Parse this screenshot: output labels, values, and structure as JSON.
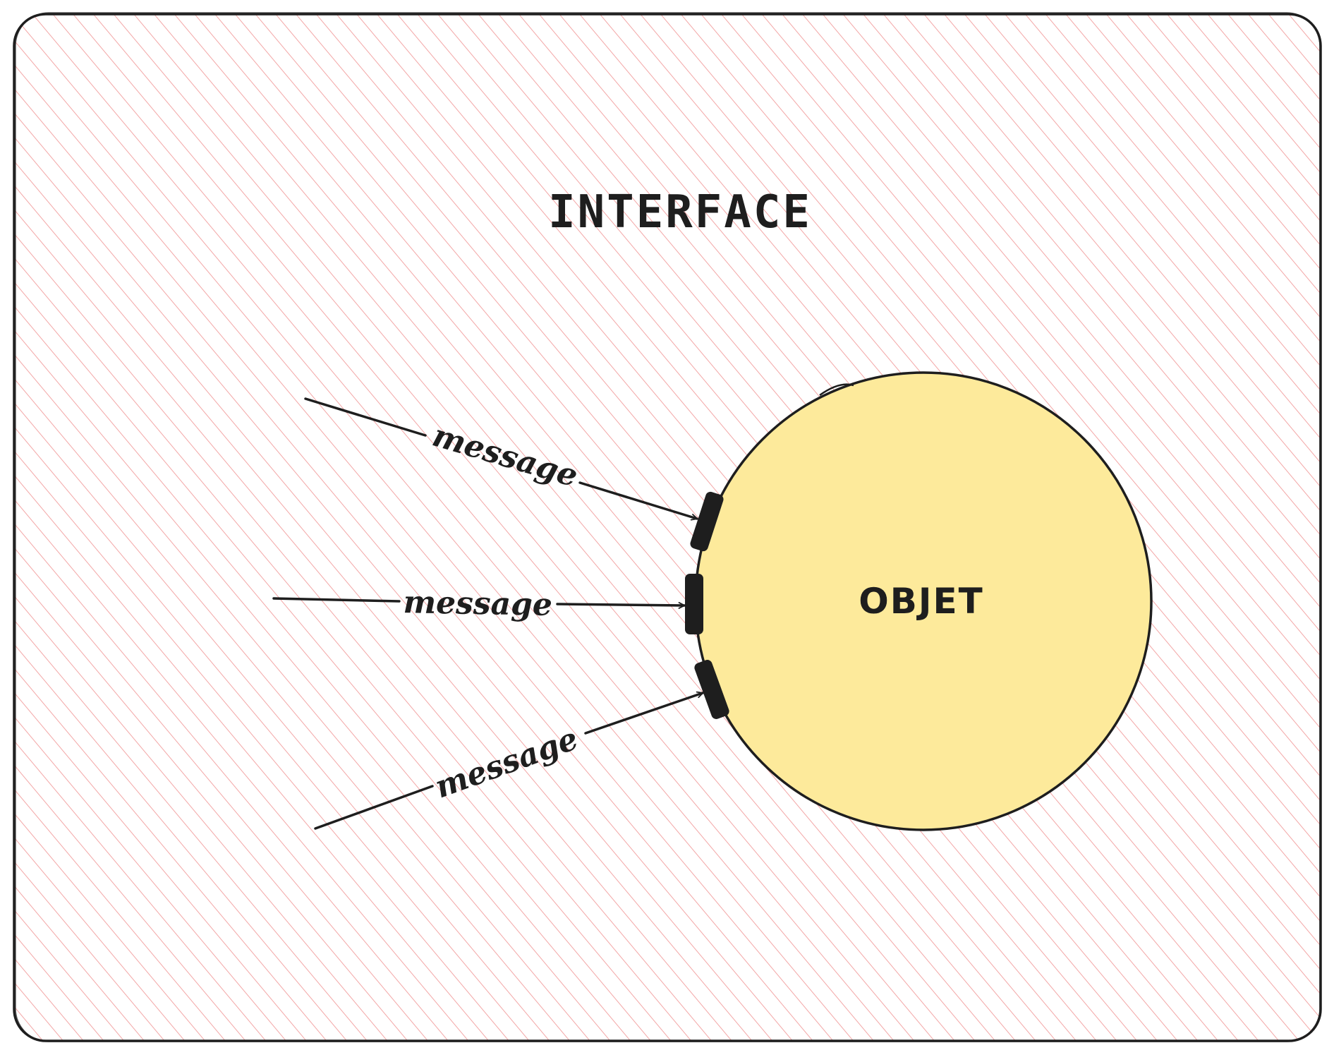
{
  "title": "INTERFACE",
  "object_label": "OBJET",
  "messages": [
    "message",
    "message",
    "message"
  ],
  "colors": {
    "frame_stroke": "#1e1e1e",
    "hatch": "#f3a6a6",
    "object_fill": "#fdea9b",
    "ink": "#1e1e1e"
  }
}
